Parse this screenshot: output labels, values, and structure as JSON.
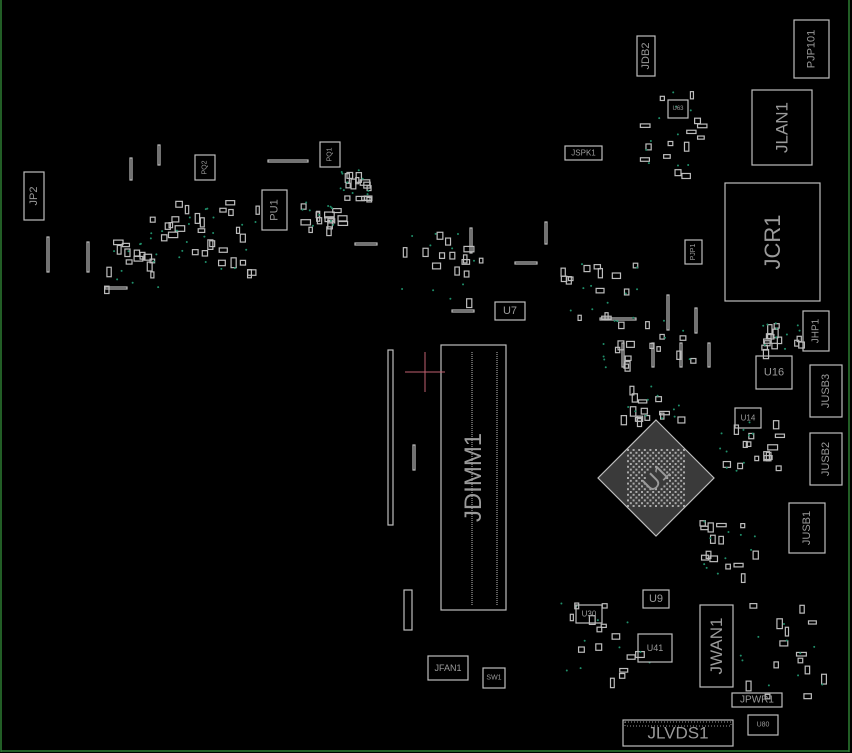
{
  "components": {
    "JP2": "JP2",
    "PQ2": "PQ2",
    "PQ1": "PQ1",
    "PU1": "PU1",
    "JDB2": "JDB2",
    "PJP101": "PJP101",
    "JLAN1": "JLAN1",
    "JSPK1": "JSPK1",
    "JCR1": "JCR1",
    "PJP1": "PJP1",
    "U7": "U7",
    "JHP1": "JHP1",
    "U16": "U16",
    "JUSB3": "JUSB3",
    "U14": "U14",
    "JUSB2": "JUSB2",
    "U1": "U1",
    "JDIMM1": "JDIMM1",
    "JUSB1": "JUSB1",
    "U9": "U9",
    "U30": "U30",
    "U41": "U41",
    "JWAN1": "JWAN1",
    "JFAN1": "JFAN1",
    "SW1": "SW1",
    "JPWR1": "JPWR1",
    "U80": "U80",
    "JLVDS1": "JLVDS1",
    "U63": "U63"
  },
  "colors": {
    "background": "#000000",
    "outline": "#bdbdbd",
    "board_edge": "#2e7d32",
    "via": "#1f8f6a",
    "cursor": "#c06070"
  }
}
